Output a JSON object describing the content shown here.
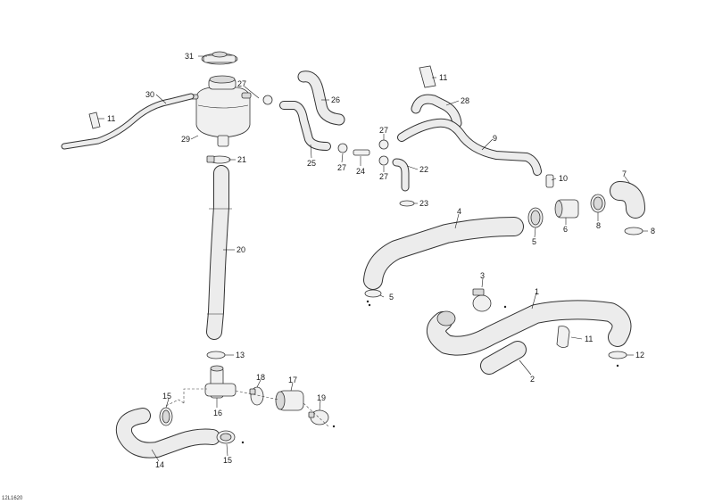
{
  "drawing": {
    "id": "12L1620",
    "callouts": [
      "1",
      "2",
      "3",
      "4",
      "5",
      "5",
      "6",
      "7",
      "8",
      "8",
      "9",
      "10",
      "11",
      "11",
      "11",
      "12",
      "13",
      "14",
      "15",
      "15",
      "16",
      "17",
      "18",
      "19",
      "20",
      "21",
      "22",
      "23",
      "24",
      "25",
      "26",
      "27",
      "27",
      "27",
      "27",
      "28",
      "29",
      "30",
      "31"
    ]
  }
}
